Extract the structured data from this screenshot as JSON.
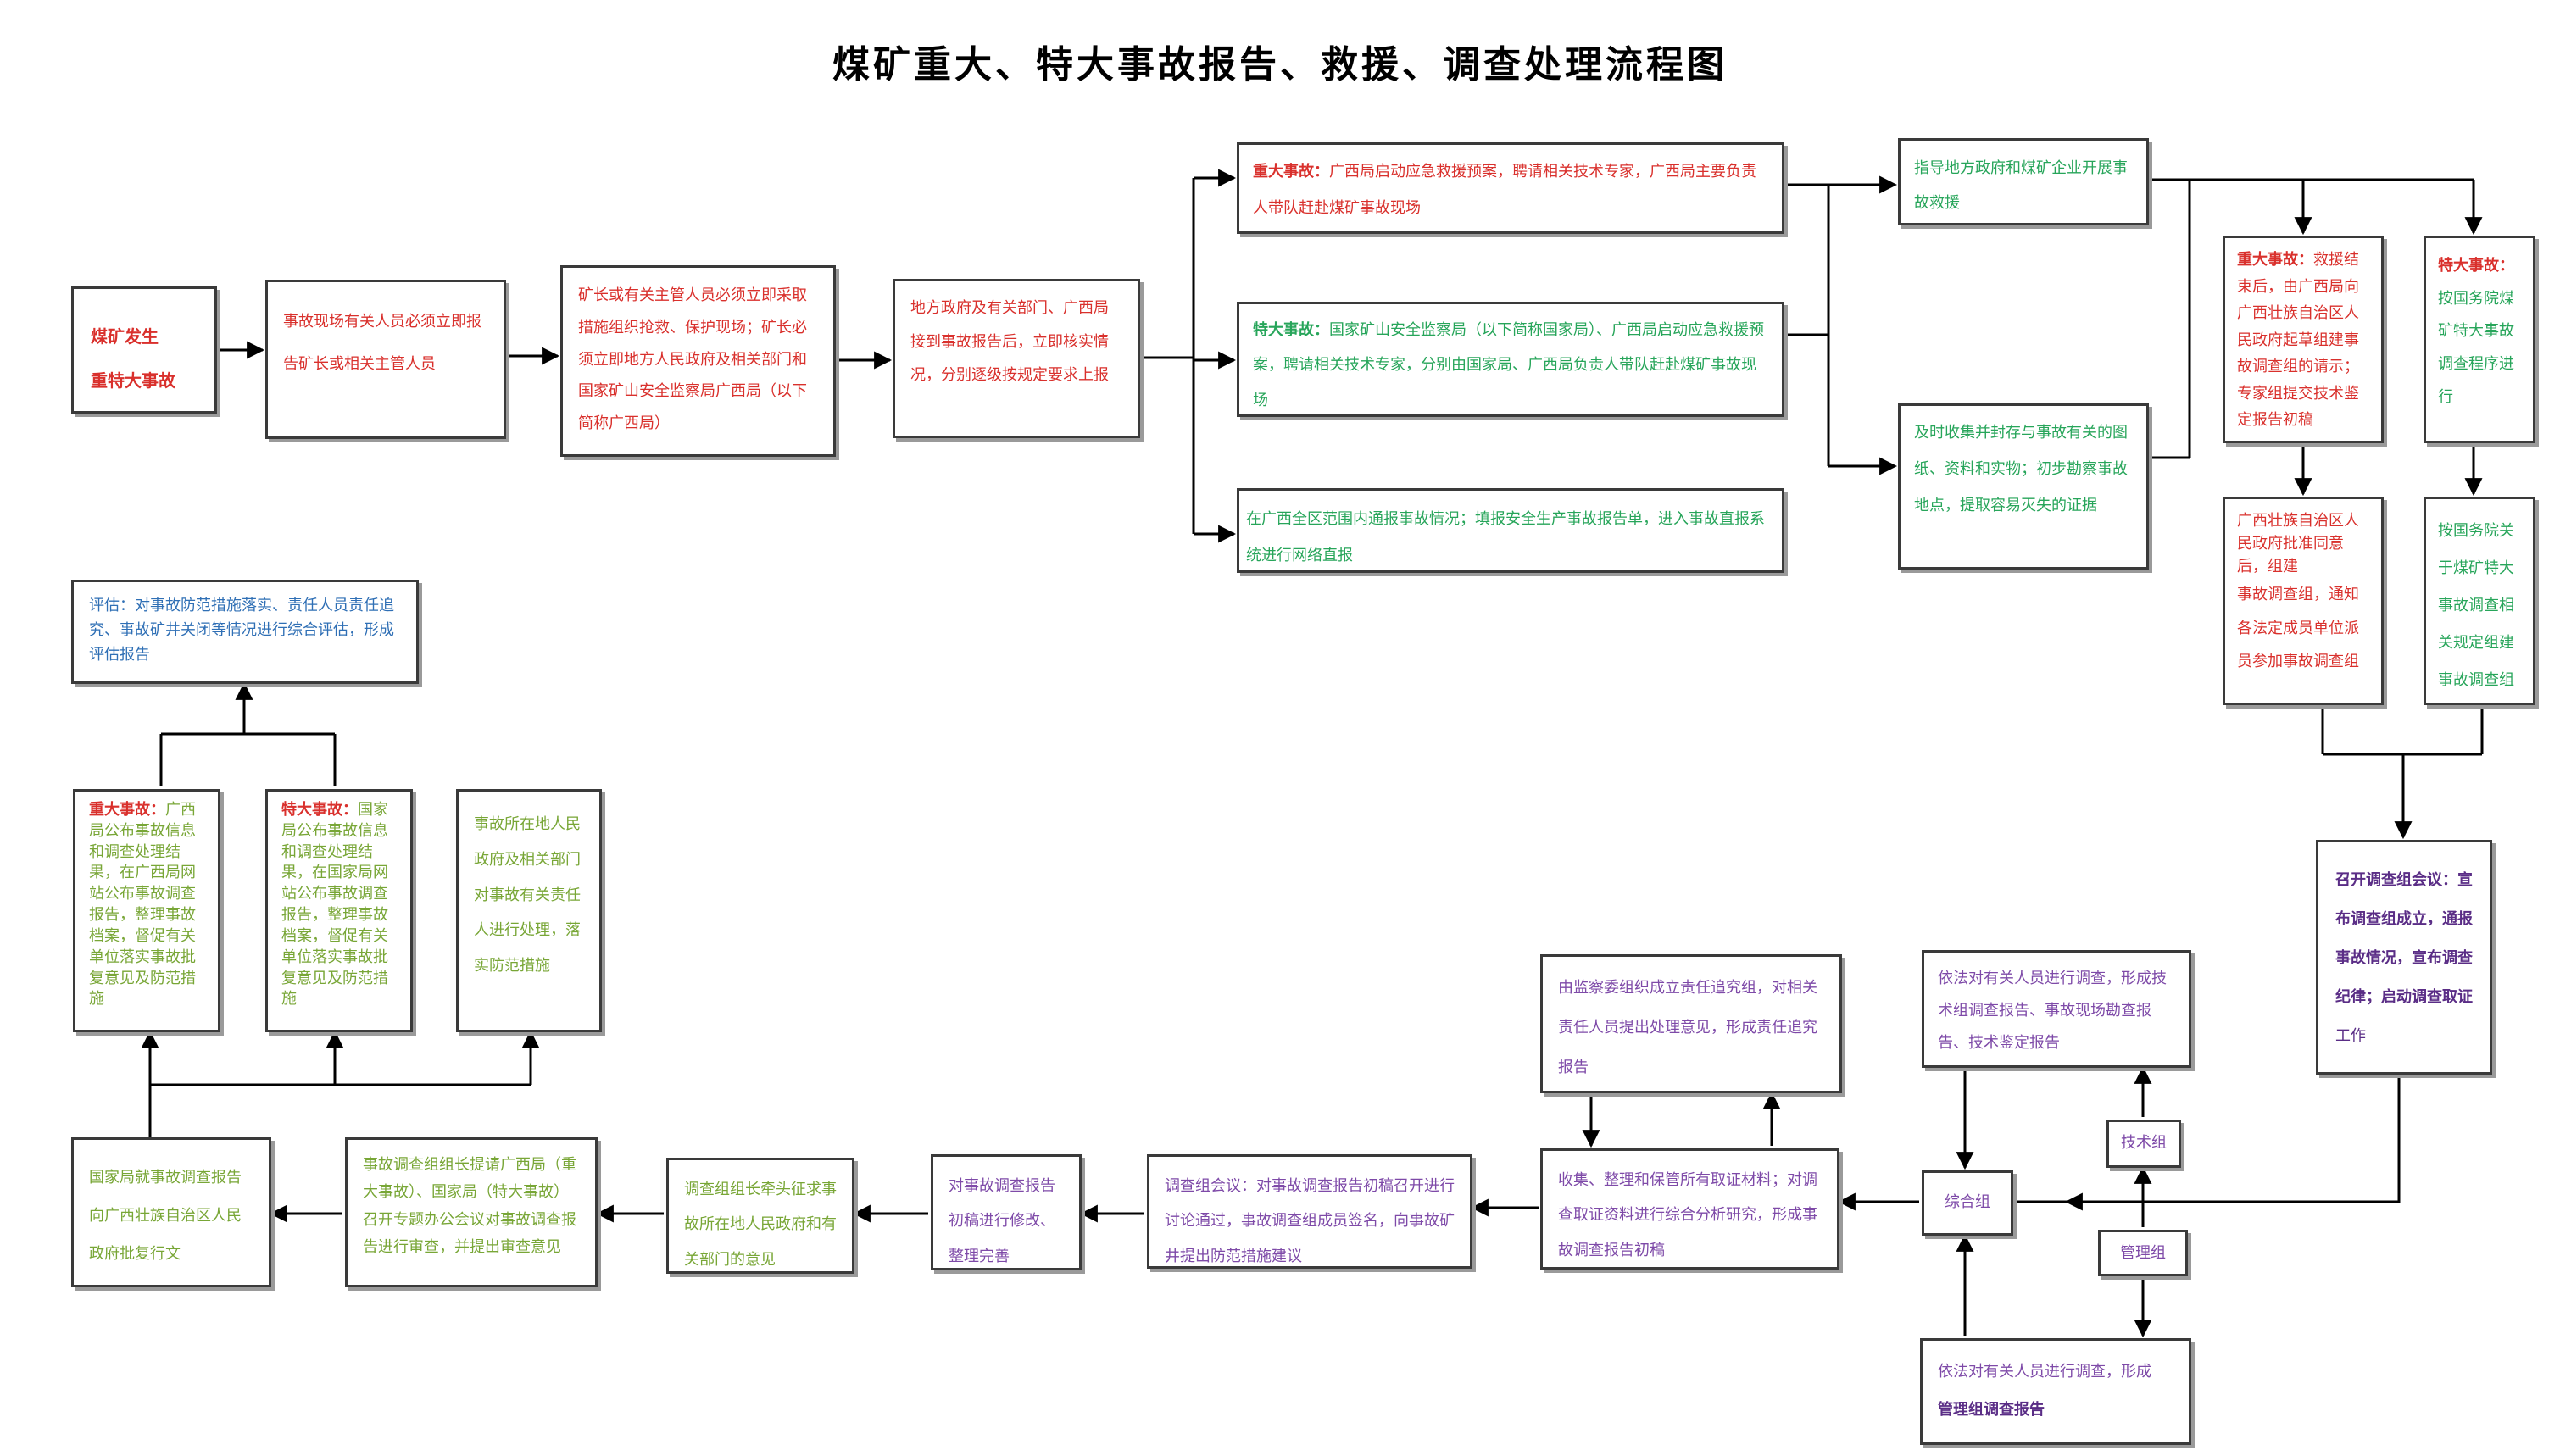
{
  "title": "煤矿重大、特大事故报告、救援、调查处理流程图",
  "nodes": {
    "n1": {
      "line1": "煤矿发生",
      "line2": "重特大事故"
    },
    "n2": {
      "text": "事故现场有关人员必须立即报告矿长或相关主管人员"
    },
    "n3": {
      "text": "矿长或有关主管人员必须立即采取措施组织抢救、保护现场；矿长必须立即地方人民政府及相关部门和国家矿山安全监察局广西局（以下简称广西局）"
    },
    "n4": {
      "text": "地方政府及有关部门、广西局接到事故报告后，立即核实情况，分别逐级按规定要求上报"
    },
    "n5": {
      "label": "重大事故：",
      "text": "广西局启动应急救援预案，聘请相关技术专家，广西局主要负责人带队赶赴煤矿事故现场"
    },
    "n6": {
      "label": "特大事故：",
      "text": "国家矿山安全监察局（以下简称国家局）、广西局启动应急救援预案，聘请相关技术专家，分别由国家局、广西局负责人带队赶赴煤矿事故现场"
    },
    "n7": {
      "text": "在广西全区范围内通报事故情况；填报安全生产事故报告单，进入事故直报系统进行网络直报"
    },
    "n8": {
      "text": "指导地方政府和煤矿企业开展事故救援"
    },
    "n9": {
      "text": "及时收集并封存与事故有关的图纸、资料和实物；初步勘察事故地点，提取容易灭失的证据"
    },
    "n10": {
      "label": "重大事故：",
      "text": "救援结束后，由广西局向广西壮族自治区人民政府起草组建事故调查组的请示；专家组提交技术鉴定报告初稿"
    },
    "n11": {
      "label": "特大事故：",
      "text": "按国务院煤矿特大事故调查程序进行"
    },
    "n12": {
      "text1": "广西壮族自治区人民政府批准同意后，组建",
      "text2": "事故调查组，通知各法定成员单位派员参加事故调查组"
    },
    "n13": {
      "text": "按国务院关于煤矿特大事故调查相关规定组建事故调查组"
    },
    "n14": {
      "text1": "召开调查组会议：宣布调查组成立，通报事故情况，宣布调查纪律；启动调查取证",
      "text2": "工作"
    },
    "n15": {
      "text": "依法对有关人员进行调查，形成技术组调查报告、事故现场勘查报告、技术鉴定报告"
    },
    "n16": {
      "text": "技术组"
    },
    "n17": {
      "text": "综合组"
    },
    "n18": {
      "text": "管理组"
    },
    "n19": {
      "text1": "依法对有关人员进行调查，形成",
      "text2": "管理组调查报告"
    },
    "n20": {
      "text": "由监察委组织成立责任追究组，对相关责任人员提出处理意见，形成责任追究报告"
    },
    "n21": {
      "text": "收集、整理和保管所有取证材料；对调查取证资料进行综合分析研究，形成事故调查报告初稿"
    },
    "n22": {
      "text": "调查组会议：对事故调查报告初稿召开进行讨论通过，事故调查组成员签名，向事故矿井提出防范措施建议"
    },
    "n23": {
      "text": "对事故调查报告初稿进行修改、整理完善"
    },
    "n24": {
      "text": "调查组组长牵头征求事故所在地人民政府和有关部门的意见"
    },
    "n25": {
      "text": "事故调查组组长提请广西局（重大事故）、国家局（特大事故）召开专题办公会议对事故调查报告进行审查，并提出审查意见"
    },
    "n26": {
      "text": "国家局就事故调查报告向广西壮族自治区人民政府批复行文"
    },
    "n27": {
      "label": "重大事故：",
      "text": "广西局公布事故信息和调查处理结果，在广西局网站公布事故调查报告，整理事故档案，督促有关单位落实事故批复意见及防范措施"
    },
    "n28": {
      "label": "特大事故：",
      "text": "国家局公布事故信息和调查处理结果，在国家局网站公布事故调查报告，整理事故档案，督促有关单位落实事故批复意见及防范措施"
    },
    "n29": {
      "text": "事故所在地人民政府及相关部门对事故有关责任人进行处理，落实防范措施"
    },
    "n30": {
      "text": "评估：对事故防范措施落实、责任人员责任追究、事故矿井关闭等情况进行综合评估，形成评估报告"
    }
  },
  "colors": {
    "red": "#d9302c",
    "green": "#27a55a",
    "olive": "#78a636",
    "blue": "#2f6fb5",
    "purple": "#7e4aa8",
    "line": "#000000"
  }
}
